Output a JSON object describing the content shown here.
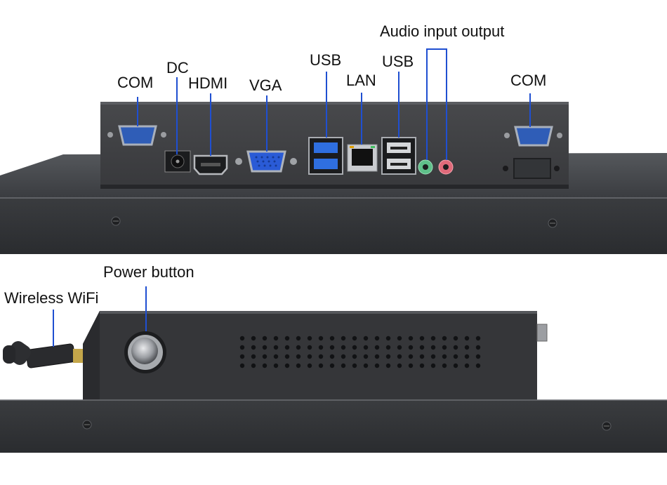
{
  "labels": {
    "com_left": "COM",
    "dc": "DC",
    "hdmi": "HDMI",
    "vga": "VGA",
    "usb_left": "USB",
    "lan": "LAN",
    "usb_right": "USB",
    "audio": "Audio input output",
    "com_right": "COM",
    "power_button": "Power button",
    "wifi": "Wireless WiFi"
  },
  "colors": {
    "leader_line": "#1f4fd1",
    "chassis": "#3b3d40",
    "panel": "#2c2e31",
    "vga_blue": "#2a5bd6",
    "usb3_blue": "#2f6fe0",
    "audio_green": "#5fc08a",
    "audio_pink": "#e06a7a"
  }
}
